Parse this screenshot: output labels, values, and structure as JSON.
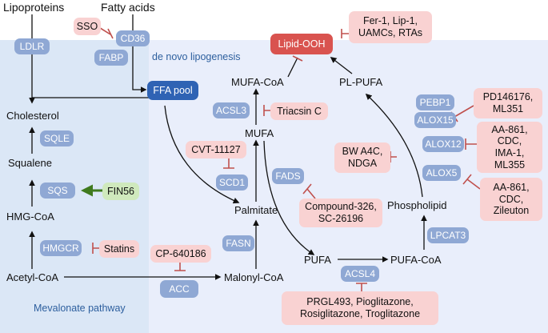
{
  "regions": {
    "mevalonate_label": "Mevalonate pathway",
    "lipogenesis_label": "de novo lipogenesis"
  },
  "sources": {
    "lipoproteins": "Lipoproteins",
    "fatty_acids": "Fatty acids"
  },
  "metabolites": {
    "cholesterol": "Cholesterol",
    "squalene": "Squalene",
    "hmg_coa": "HMG-CoA",
    "acetyl_coa": "Acetyl-CoA",
    "malonyl_coa": "Malonyl-CoA",
    "palmitate": "Palmitate",
    "mufa": "MUFA",
    "mufa_coa": "MUFA-CoA",
    "pufa": "PUFA",
    "pufa_coa": "PUFA-CoA",
    "phospholipid": "Phospholipid",
    "pl_pufa": "PL-PUFA",
    "lipid_ooh": "Lipid-OOH",
    "ffa_pool": "FFA pool"
  },
  "enzymes": {
    "ldlr": "LDLR",
    "cd36": "CD36",
    "fabp": "FABP",
    "sqle": "SQLE",
    "sqs": "SQS",
    "hmgcr": "HMGCR",
    "acc": "ACC",
    "fasn": "FASN",
    "scd1": "SCD1",
    "acsl3": "ACSL3",
    "fads": "FADS",
    "acsl4": "ACSL4",
    "lpcat3": "LPCAT3",
    "alox5": "ALOX5",
    "alox12": "ALOX12",
    "alox15": "ALOX15",
    "pebp1": "PEBP1"
  },
  "inhibitors": {
    "sso": "SSO",
    "fer1": "Fer-1, Lip-1,\nUAMCs, RTAs",
    "triacsin": "Triacsin C",
    "cvt": "CVT-11127",
    "statins": "Statins",
    "cp": "CP-640186",
    "compound326": "Compound-326,\nSC-26196",
    "bw": "BW A4C,\nNDGA",
    "pd": "PD146176,\nML351",
    "aa861_12": "AA-861,\nCDC,\nIMA-1,\nML355",
    "aa861_5": "AA-861,\nCDC,\nZileuton",
    "prgl": "PRGL493, Pioglitazone,\nRosiglitazone, Troglitazone"
  },
  "activators": {
    "fin56": "FIN56"
  },
  "colors": {
    "enzyme": "#8fa8d4",
    "inhibitor_box": "#f9d2d2",
    "inhibitor_arrow": "#c0504d",
    "activator_box": "#cfe9bd",
    "activator_arrow": "#3f7a1e",
    "ffa_pool": "#2f63b4",
    "lipid_ooh": "#d9534f",
    "mevalonate_region": "#dbe7f6",
    "lipogenesis_region": "#e9eefb"
  }
}
